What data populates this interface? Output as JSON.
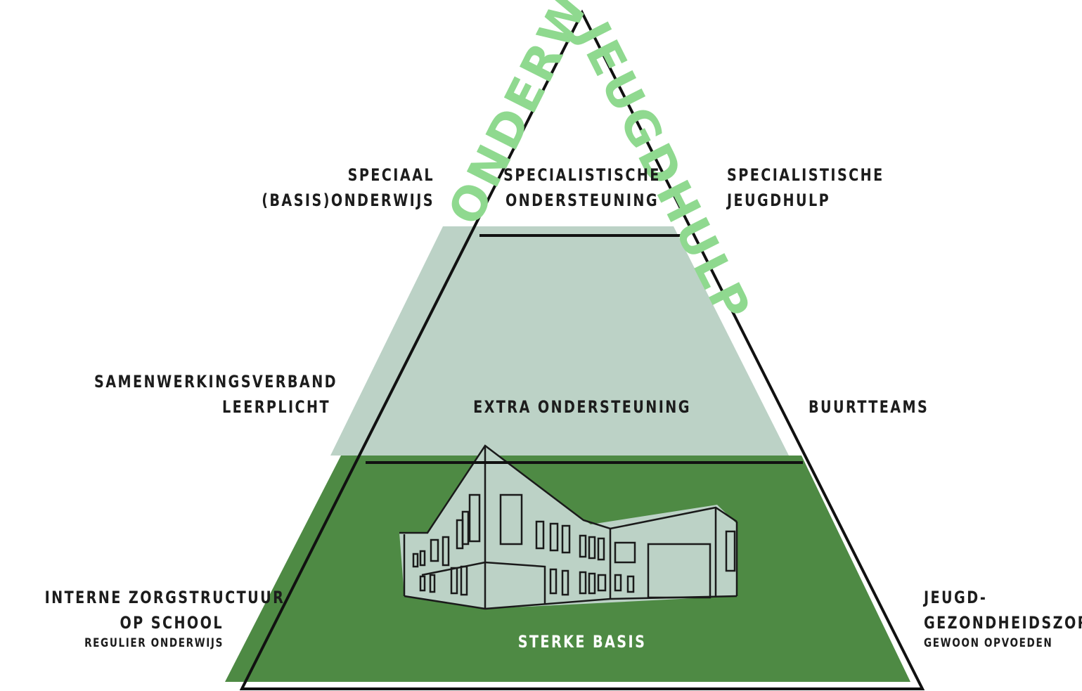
{
  "axes": {
    "left": "ONDERWIJS",
    "right": "JEUGDHULP"
  },
  "tiers": {
    "top": {
      "center": [
        "SPECIALISTISCHE",
        "ONDERSTEUNING"
      ],
      "left": [
        "SPECIAAL",
        "(BASIS)ONDERWIJS"
      ],
      "right": [
        "SPECIALISTISCHE",
        "JEUGDHULP"
      ]
    },
    "middle": {
      "center": "EXTRA ONDERSTEUNING",
      "left": [
        "SAMENWERKINGSVERBAND",
        "LEERPLICHT"
      ],
      "right": "BUURTTEAMS"
    },
    "bottom": {
      "center": "STERKE BASIS",
      "left": [
        "INTERNE ZORGSTRUCTUUR",
        "OP SCHOOL"
      ],
      "left_sub": "REGULIER ONDERWIJS",
      "right": [
        "JEUGD-",
        "GEZONDHEIDSZORG"
      ],
      "right_sub": "GEWOON OPVOEDEN"
    }
  },
  "colors": {
    "light_band": "#bcd2c6",
    "dark_band": "#4e8a44",
    "outline": "#111111",
    "axis_text": "#8fd98f",
    "building_fill": "#bcd2c6"
  }
}
